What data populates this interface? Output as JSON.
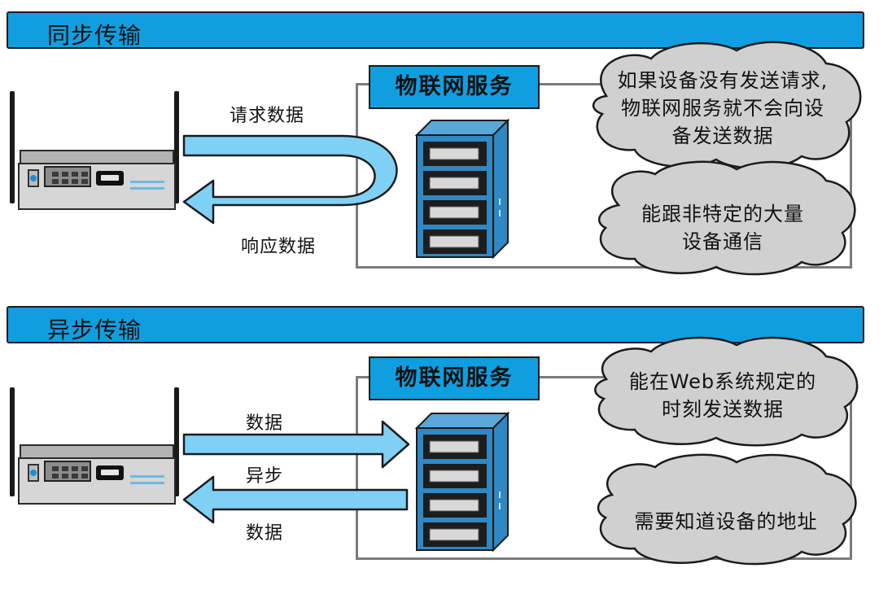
{
  "sync": {
    "title": "同步传输",
    "service_label": "物联网服务",
    "request_label": "请求数据",
    "response_label": "响应数据",
    "cloud_top_lines": [
      "如果设备没有发送请求,",
      "物联网服务就不会向设",
      "备发送数据"
    ],
    "cloud_bottom_lines": [
      "能跟非特定的大量",
      "设备通信"
    ]
  },
  "async": {
    "title": "异步传输",
    "service_label": "物联网服务",
    "upper_label": "数据",
    "middle_label": "异步",
    "lower_label": "数据",
    "cloud_top_lines": [
      "能在Web系统规定的",
      "时刻发送数据"
    ],
    "cloud_bottom_lines": [
      "需要知道设备的地址"
    ]
  },
  "colors": {
    "bar_blue": "#0f9fe0",
    "arrow_blue": "#7fd0f5",
    "cloud_gray": "#d0d0d0",
    "frame_gray": "#7b7b7b",
    "server_blue": "#2f88c3"
  },
  "icons": [
    "router-device-icon",
    "server-tower-icon",
    "cloud-bubble-icon"
  ]
}
